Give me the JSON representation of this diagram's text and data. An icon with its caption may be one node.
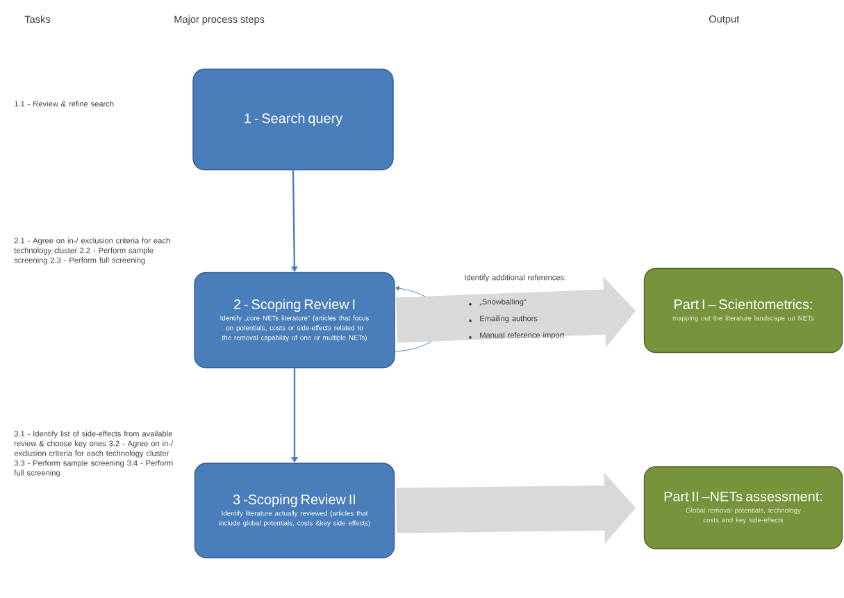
{
  "diagram": {
    "nodes": [
      {
        "text": [
          "1 - Search query"
        ]
      },
      {
        "text": [
          "2 - Scoping Review I",
          "Identify „core NETs literature“ (articles that focus on potentials, costs or side-effects related to the removal capability of one or multiple NETs)"
        ]
      },
      {
        "text": [
          "3 -Scoping Review II",
          "Identify literature actually reviewed (articles that include global potentials, costs &key side effects)"
        ]
      },
      {
        "text": [
          "Part I – Scientometrics:",
          "mapping out the literature landscape on NETs"
        ]
      },
      {
        "text": [
          "Part II –NETs assessment:",
          "Global removal potentials, technology costs and key side-effects"
        ]
      }
    ],
    "edges": [
      {
        "from": 0,
        "to": 1,
        "arrow": "to"
      },
      {
        "from": 1,
        "to": 1,
        "arrow": "to"
      },
      {
        "from": 1,
        "to": 2,
        "arrow": "to"
      },
      {
        "from": 1,
        "to": 3,
        "arrow": "to",
        "style": "thick",
        "color": "#d9d9d9"
      },
      {
        "from": 2,
        "to": 4,
        "arrow": "to",
        "style": "thick",
        "color": "#d9d9d9"
      }
    ],
    "labels": [
      "Tasks",
      "Major process steps",
      "Output",
      "1.1 - Review & refine search",
      "2.1 - Agree on in-/ exclusion criteria for each technology cluster 2.2 - Perform sample screening 2.3 - Perform full screening",
      "Identify additional references:",
      "„Snowballing“",
      "Emailing authors",
      "Manual reference import",
      "3.1 - Identify list of side-effects from available review & choose key ones 3.2 - Agree on in-/ exclusion criteria for each technology cluster 3.3 - Perform sample screening 3.4 - Perform full screening"
    ]
  }
}
